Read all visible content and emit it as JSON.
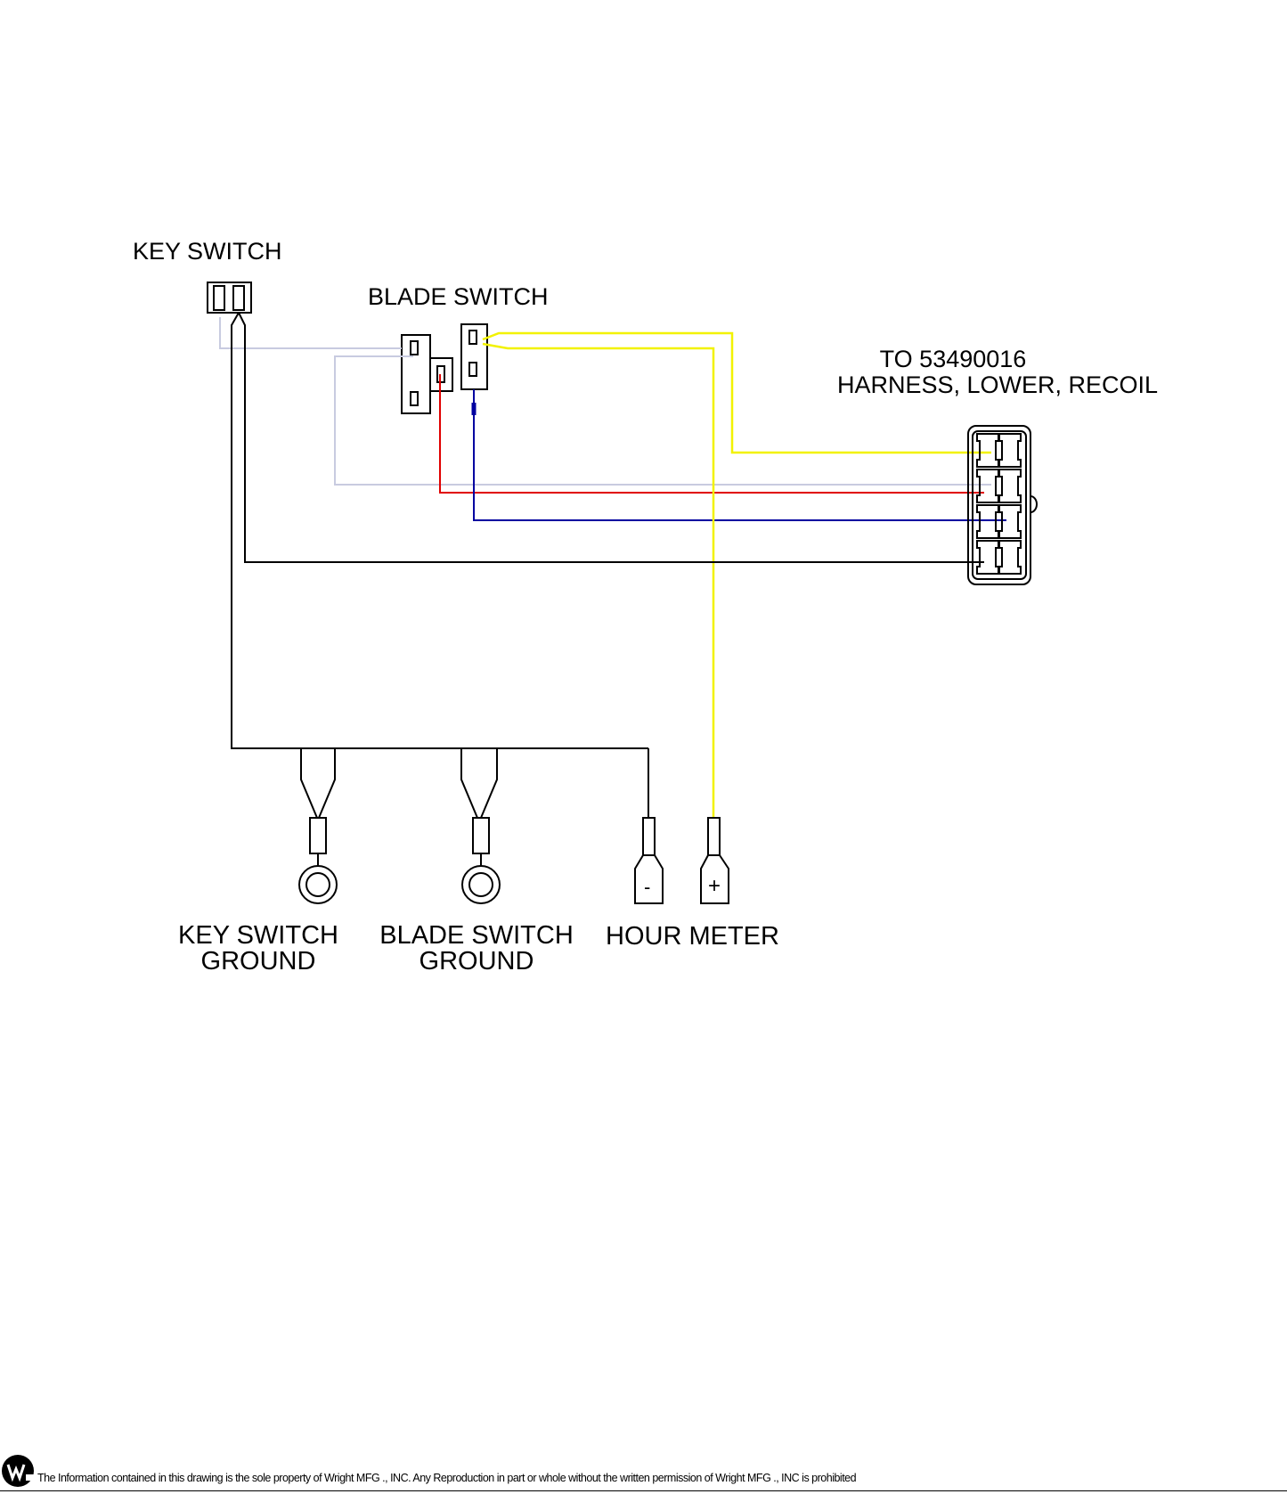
{
  "labels": {
    "key_switch": "KEY SWITCH",
    "blade_switch": "BLADE SWITCH",
    "harness_line1": "TO 53490016",
    "harness_line2": "HARNESS, LOWER, RECOIL",
    "key_switch_ground_line1": "KEY SWITCH",
    "key_switch_ground_line2": "GROUND",
    "blade_switch_ground_line1": "BLADE SWITCH",
    "blade_switch_ground_line2": "GROUND",
    "hour_meter": "HOUR METER",
    "minus": "-",
    "plus": "+"
  },
  "wire_colors": {
    "black": "#000000",
    "grey": "#c8cbe0",
    "red": "#e00000",
    "blue": "#0000a0",
    "yellow": "#f2f200"
  },
  "footer": {
    "notice": "The Information contained in this drawing is the sole property of Wright MFG ., INC. Any Reproduction in part or whole without the written permission of Wright MFG ., INC is prohibited"
  }
}
